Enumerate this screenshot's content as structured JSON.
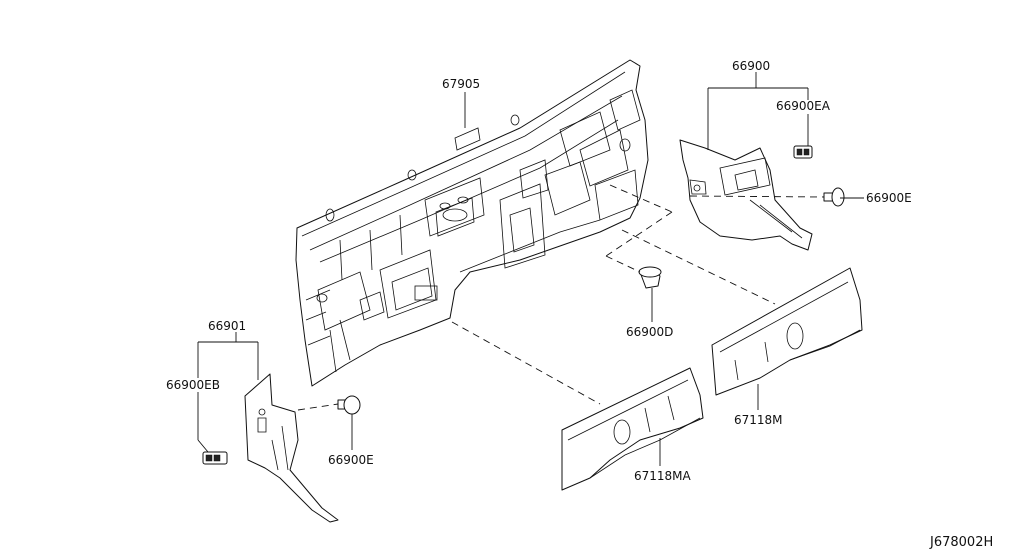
{
  "labels": {
    "p67905": "67905",
    "p66900": "66900",
    "p66900EA": "66900EA",
    "p66900E_right": "66900E",
    "p66900D": "66900D",
    "p66901": "66901",
    "p66900EB": "66900EB",
    "p66900E_left": "66900E",
    "p67118M": "67118M",
    "p67118MA": "67118MA"
  },
  "reference_code": "J678002H"
}
